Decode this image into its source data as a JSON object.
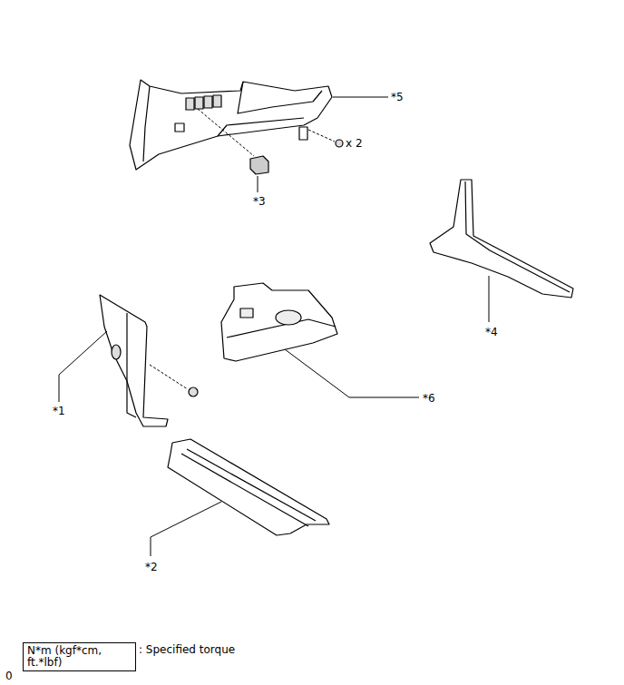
{
  "diagram": {
    "nodes": [
      {
        "text": [
          "N*m (kgf*cm, ft.*lbf)"
        ]
      }
    ],
    "labels": [
      "*5",
      "x 2",
      "*3",
      "*4",
      "*6",
      "*1",
      "*2",
      ": Specified torque",
      "0"
    ]
  }
}
